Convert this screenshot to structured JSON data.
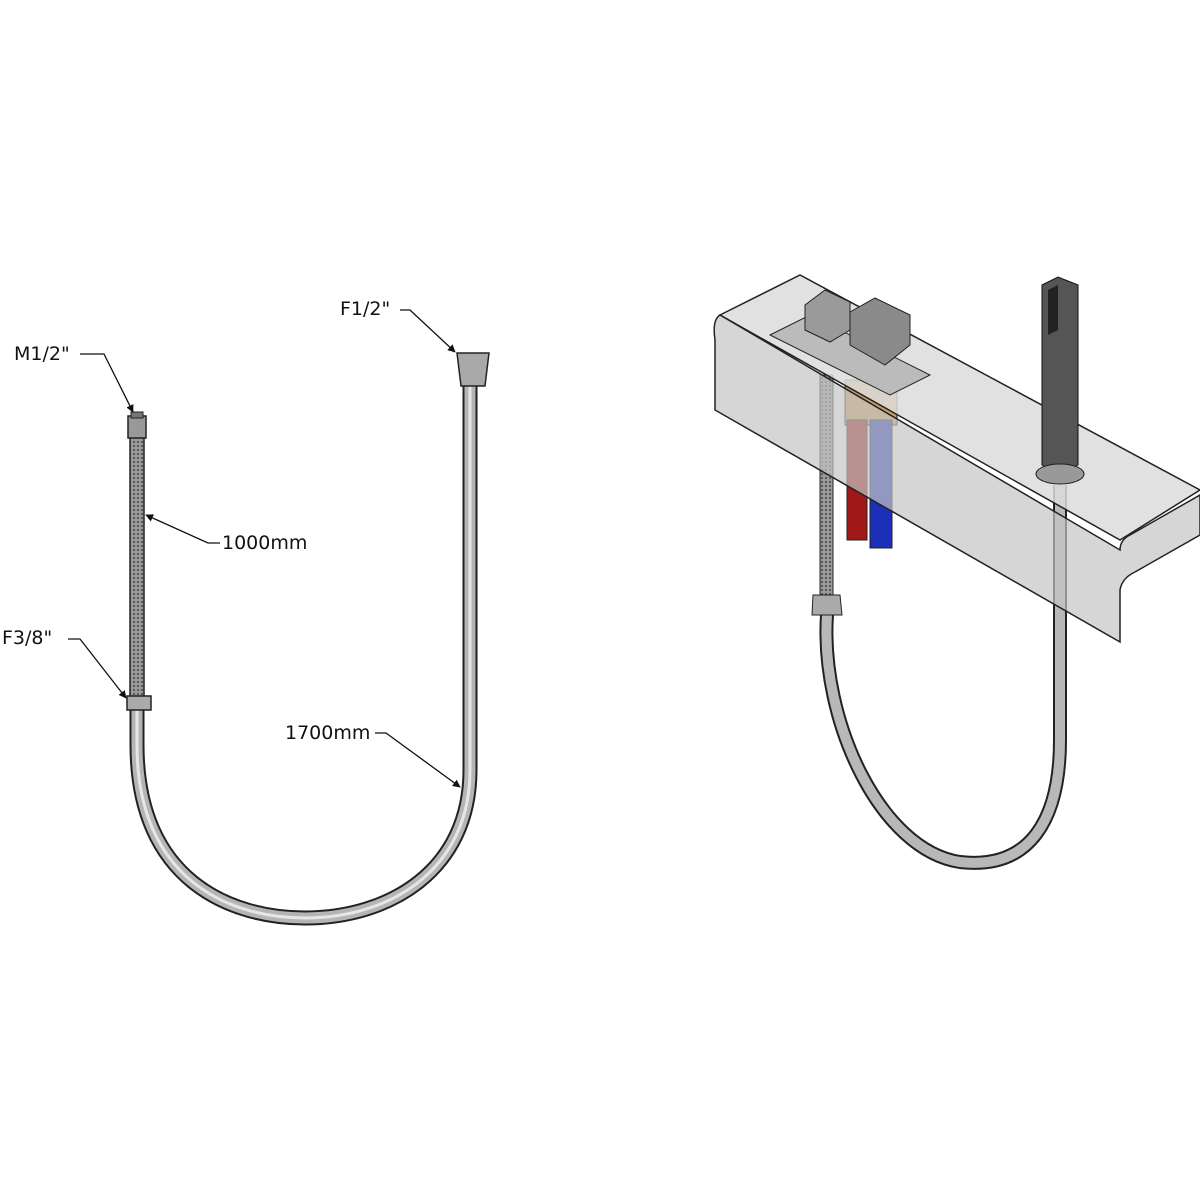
{
  "labels": {
    "inlet_thread": "M1/2\"",
    "braided_length": "1000mm",
    "braided_end_thread": "F3/8\"",
    "hose_end_thread": "F1/2\"",
    "hose_length": "1700mm"
  },
  "colors": {
    "hot": "#a01818",
    "cold": "#1c2fb8",
    "brass": "#c8a060",
    "chrome": "#8a8a8a"
  }
}
